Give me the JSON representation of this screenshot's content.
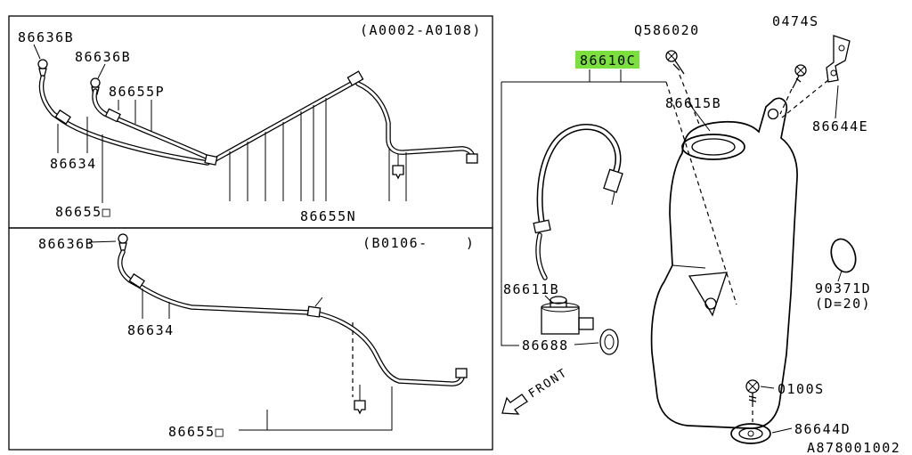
{
  "colors": {
    "highlight": "#7be03e",
    "line": "#000000",
    "background": "#ffffff"
  },
  "parts": {
    "p86636b_a": "86636B",
    "p86636b_b": "86636B",
    "p86655p": "86655P",
    "p86634_a": "86634",
    "p86655sq_a": "86655□",
    "p86655n": "86655N",
    "p86636b_c": "86636B",
    "p86634_b": "86634",
    "p86655sq_b": "86655□",
    "q586020": "Q586020",
    "p0474s": "0474S",
    "p86610c": "86610C",
    "p86615b": "86615B",
    "p86644e": "86644E",
    "p86611b": "86611B",
    "p90371d": "90371D",
    "p90371d_note": "(D=20)",
    "p86688": "86688",
    "p0100s": "0100S",
    "p86644d": "86644D"
  },
  "ranges": {
    "top": "(A0002-A0108)",
    "bottom": "(B0106-    )"
  },
  "front": {
    "label": "FRONT"
  },
  "doc": {
    "code": "A878001002"
  },
  "highlighted_part": "86610C"
}
